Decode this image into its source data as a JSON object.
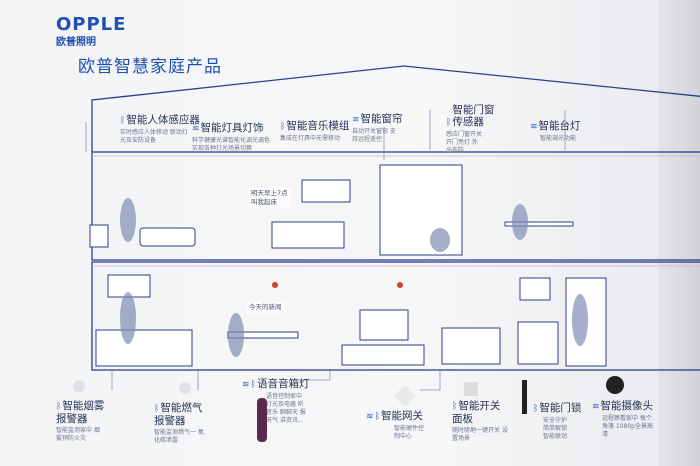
{
  "brand": {
    "name_en": "OPPLE",
    "name_cn": "欧普照明"
  },
  "title": "欧普智慧家庭产品",
  "bubbles": [
    "明天早上7点\n叫我起床",
    "今天的新闻"
  ],
  "products": [
    {
      "name": "智能人体感应器",
      "desc": "实时感应人体移动 联动灯光及安防设备",
      "icons": [
        "bluetooth"
      ]
    },
    {
      "name": "智能灯具灯饰",
      "desc": "科学健康光谱智能化调光调色 实现各种灯光场景切换",
      "icons": [
        "wifi"
      ]
    },
    {
      "name": "智能音乐模组",
      "desc": "集成在灯具中无需移动",
      "icons": [
        "bluetooth"
      ]
    },
    {
      "name": "智能窗帘",
      "desc": "自动开关窗帘 支持远程遥控",
      "icons": [
        "wifi"
      ]
    },
    {
      "name": "智能门窗传感器",
      "desc": "感应门窗开关 开门亮灯 外出布防",
      "icons": [
        "bluetooth"
      ]
    },
    {
      "name": "智能台灯",
      "desc": "智能调光功能",
      "icons": [
        "wifi"
      ]
    },
    {
      "name": "智能烟雾报警器",
      "desc": "智能监测家中 烟雾预防火灾",
      "icons": [
        "bluetooth"
      ]
    },
    {
      "name": "智能燃气报警器",
      "desc": "智能监测燃气一 氧化碳泄露",
      "icons": [
        "bluetooth"
      ]
    },
    {
      "name": "语音音箱灯",
      "desc": "语音控制家中 灯光及电器 听音乐 聊聊天 报天气 讲资讯...",
      "icons": [
        "wifi",
        "bluetooth"
      ]
    },
    {
      "name": "智能网关",
      "desc": "智能硬件控 制中心",
      "icons": [
        "wifi",
        "bluetooth"
      ]
    },
    {
      "name": "智能开关面板",
      "desc": "随时随地一键开关 设置场景",
      "icons": [
        "bluetooth"
      ]
    },
    {
      "name": "智能门锁",
      "desc": "安全守护 简单解锁 智能联动",
      "icons": [
        "bluetooth"
      ]
    },
    {
      "name": "智能摄像头",
      "desc": "远程察看家中 每个角落 1080p全景高清",
      "icons": [
        "wifi"
      ]
    }
  ],
  "icon_glyphs": {
    "wifi": "≋",
    "bluetooth": "ᛒ"
  },
  "colors": {
    "brand": "#1e4fb3",
    "line": "#2b3f8c",
    "text": "#253356"
  }
}
